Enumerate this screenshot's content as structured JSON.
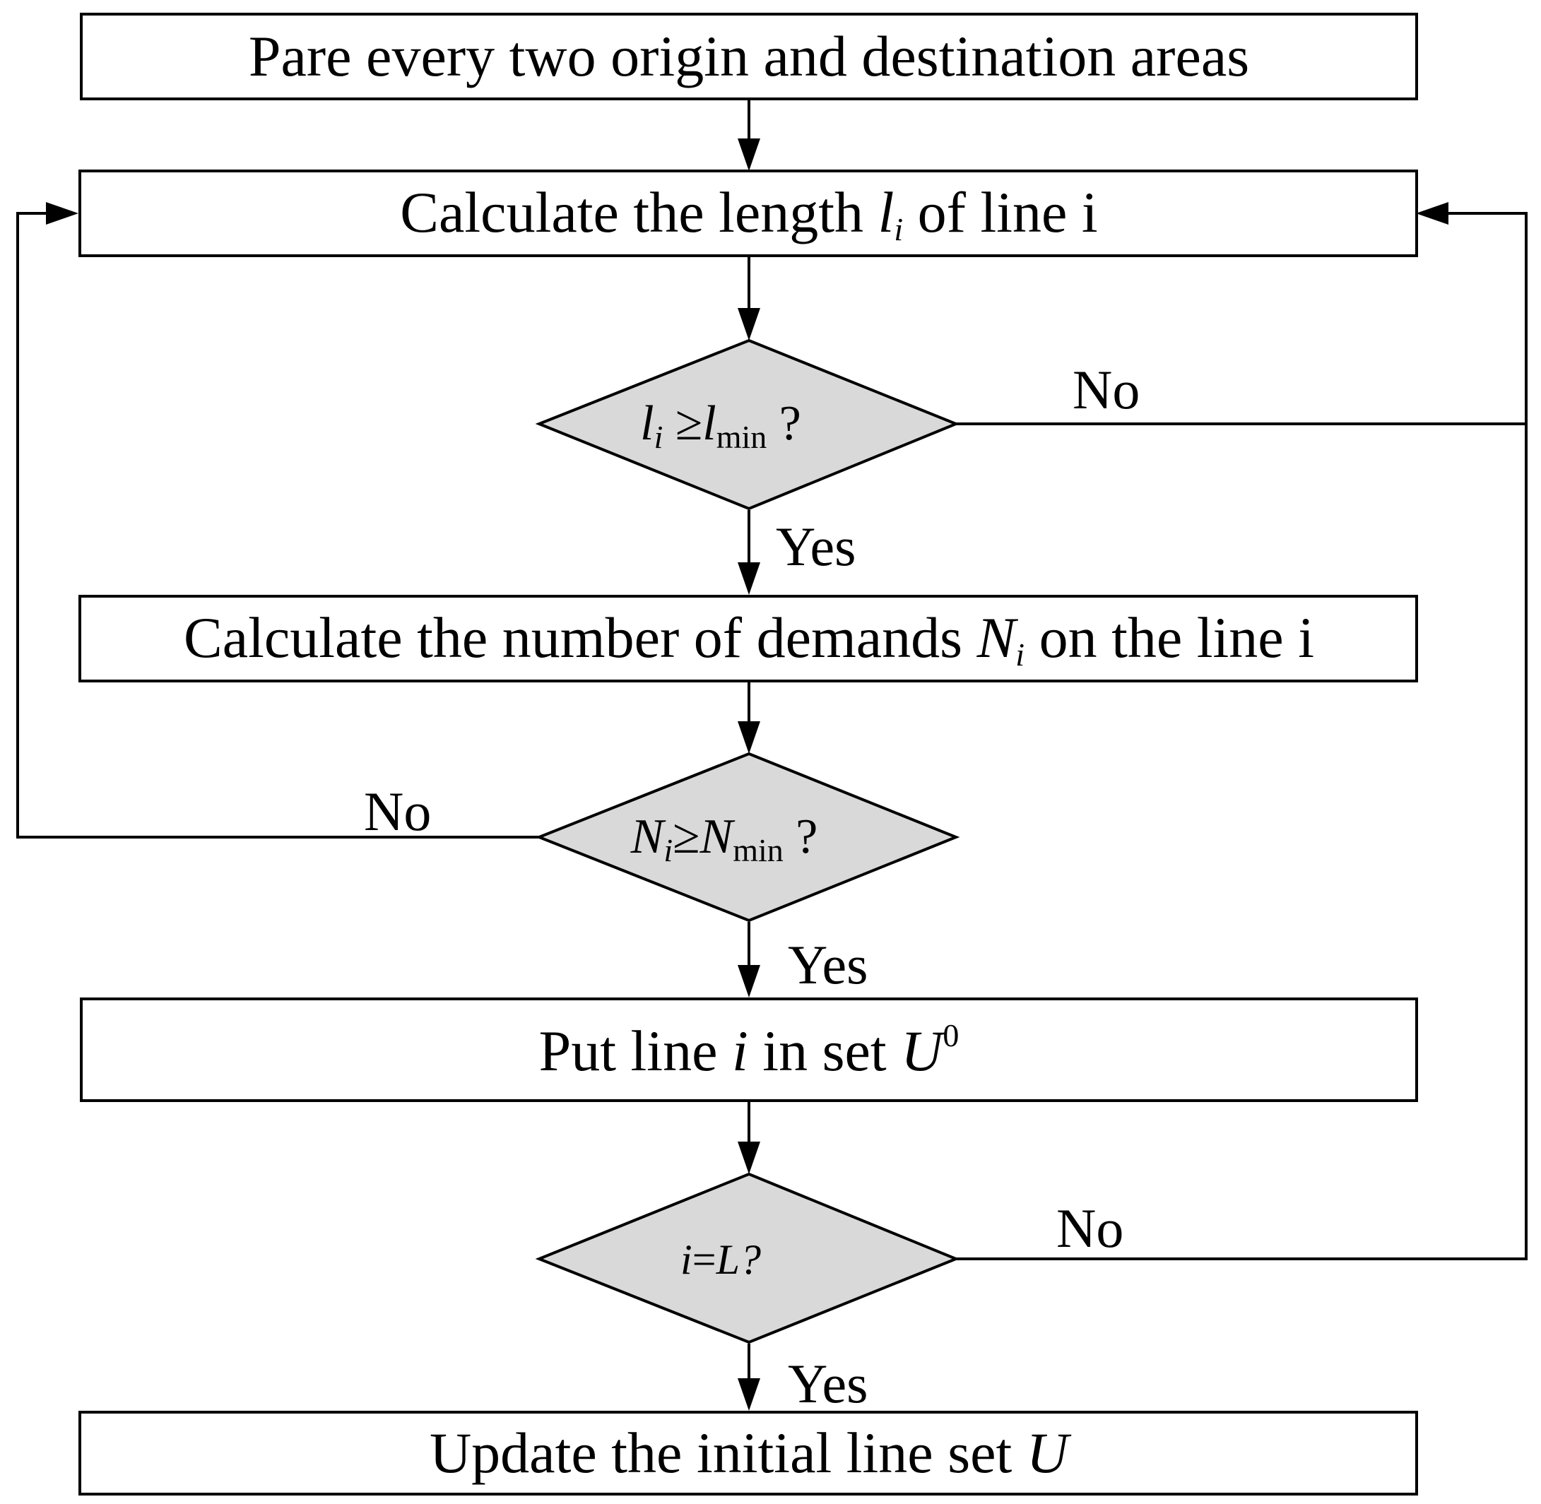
{
  "steps": {
    "pair_areas": "Pare every two origin and destination areas",
    "calc_length": {
      "prefix": "Calculate the length ",
      "var": "l",
      "sub": "i",
      "suffix": " of line i"
    },
    "calc_demands": {
      "prefix": "Calculate the number of demands ",
      "var": "N",
      "sub": "i",
      "suffix": " on the line i"
    },
    "put_line": {
      "prefix": "Put line ",
      "var": "i",
      "middle": " in set ",
      "set": "U",
      "sup": "0"
    },
    "update_set": {
      "prefix": "Update the initial line set ",
      "var": "U"
    }
  },
  "decisions": {
    "length_check": {
      "var": "l",
      "sub": "i",
      "op": " ≥",
      "var2": "l",
      "sub2": "min",
      "q": " ?"
    },
    "demand_check": {
      "var": "N",
      "sub": "i",
      "op": "≥",
      "var2": "N",
      "sub2": "min",
      "q": " ?"
    },
    "last_line_check": {
      "var": "i",
      "op": "=",
      "var2": "L",
      "q": "?"
    }
  },
  "labels": {
    "yes": "Yes",
    "no": "No"
  },
  "colors": {
    "decision_fill": "#d9d9d9",
    "stroke": "#000000",
    "background": "#ffffff"
  }
}
